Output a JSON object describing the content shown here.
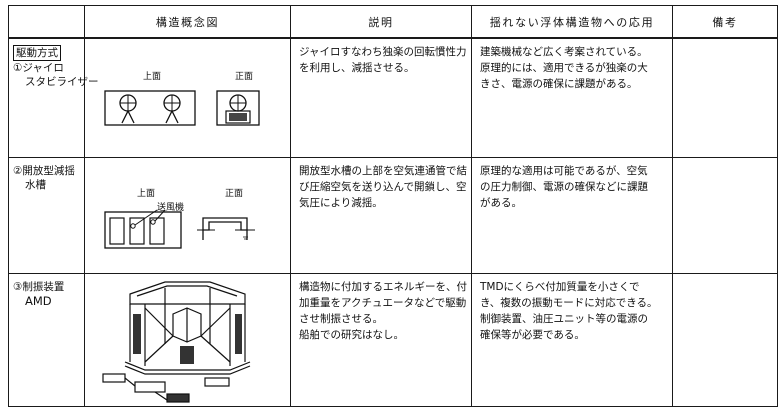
{
  "headers": [
    "構造概念図",
    "説明",
    "揺れない浮体構造物への応用",
    "備考"
  ],
  "rows": [
    {
      "label": [
        "駆動方式",
        "①ジャイロ",
        "スタビライザー"
      ],
      "fig_labels": [
        "上面",
        "正面"
      ],
      "description": [
        "ジャイロすなわち独楽の回転慣性力",
        "を利用し、減揺させる。"
      ],
      "application": [
        "建築機械など広く考案されている。",
        "原理的には、適用できるが独楽の大",
        "きさ、電源の確保に課題がある。"
      ],
      "remarks": ""
    },
    {
      "label": [
        "②開放型減揺",
        "水槽"
      ],
      "fig_labels": [
        "上面",
        "正面",
        "送風機"
      ],
      "description": [
        "開放型水槽の上部を空気連通管で結",
        "び圧縮空気を送り込んで開鎖し、空",
        "気圧により減揺。"
      ],
      "application": [
        "原理的な適用は可能であるが、空気",
        "の圧力制御、電源の確保などに課題",
        "がある。"
      ],
      "remarks": ""
    },
    {
      "label": [
        "③制振装置",
        "AMD"
      ],
      "fig_labels": [],
      "description": [
        "構造物に付加するエネルギーを、付",
        "加重量をアクチュエータなどで駆動",
        "させ制振させる。",
        "船舶での研究はなし。"
      ],
      "application": [
        "TMDにくらべ付加質量を小さくで",
        "き、複数の振動モードに対応できる。",
        "制御装置、油圧ユニット等の電源の",
        "確保等が必要である。"
      ],
      "remarks": ""
    }
  ]
}
